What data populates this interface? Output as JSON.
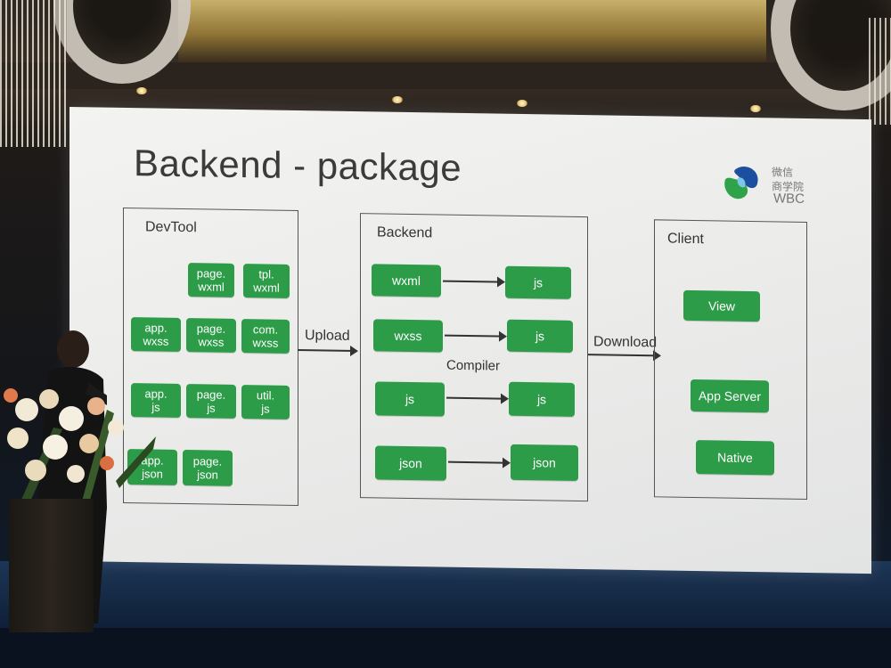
{
  "slide": {
    "title": "Backend - package",
    "logo": {
      "cn_line1": "微信",
      "cn_line2": "商学院",
      "en": "WBC"
    }
  },
  "devtool": {
    "title": "DevTool",
    "boxes": [
      "page.\nwxml",
      "tpl.\nwxml",
      "app.\nwxss",
      "page.\nwxss",
      "com.\nwxss",
      "app.\njs",
      "page.\njs",
      "util.\njs",
      "app.\njson",
      "page.\njson"
    ]
  },
  "upload_label": "Upload",
  "backend": {
    "title": "Backend",
    "compiler_label": "Compiler",
    "rows": [
      {
        "from": "wxml",
        "to": "js"
      },
      {
        "from": "wxss",
        "to": "js"
      },
      {
        "from": "js",
        "to": "js"
      },
      {
        "from": "json",
        "to": "json"
      }
    ]
  },
  "download_label": "Download",
  "client": {
    "title": "Client",
    "boxes": [
      "View",
      "App Server",
      "Native"
    ]
  },
  "colors": {
    "box_green": "#2d9c48",
    "slide_bg": "#efefed",
    "text_dark": "#333333"
  }
}
